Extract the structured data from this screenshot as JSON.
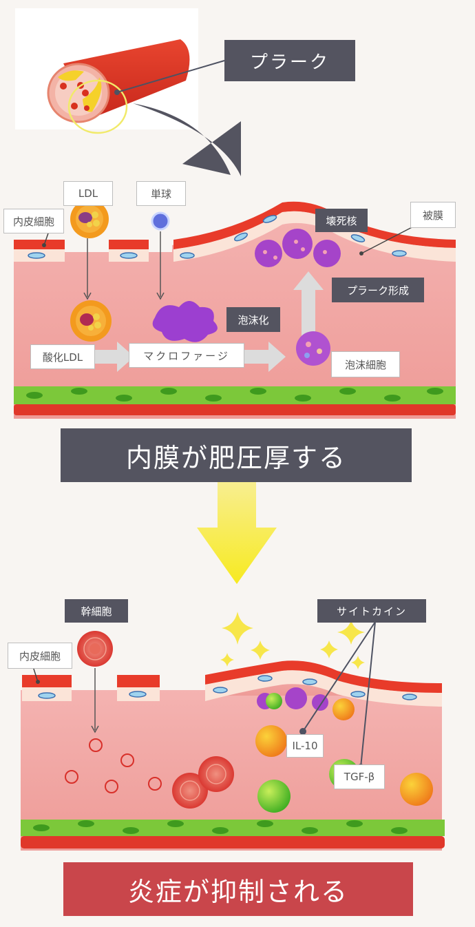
{
  "top": {
    "plaque_label": "プラーク"
  },
  "stage1": {
    "labels": {
      "ldl": "LDL",
      "monocyte": "単球",
      "endothelial": "内皮細胞",
      "necrotic_core": "壊死核",
      "capsule": "被膜",
      "plaque_formation": "プラーク形成",
      "foam_formation": "泡沫化",
      "oxidized_ldl": "酸化LDL",
      "macrophage": "マクロファージ",
      "foam_cell": "泡沫細胞"
    }
  },
  "banner1": {
    "text": "内膜が肥圧厚する",
    "color": "#545460"
  },
  "stage2": {
    "labels": {
      "stem_cell": "幹細胞",
      "endothelial": "内皮細胞",
      "cytokine": "サイトカイン",
      "il10": "IL-10",
      "tgfb": "TGF-β"
    }
  },
  "banner2": {
    "text": "炎症が抑制される",
    "color": "#c9464b"
  },
  "colors": {
    "background": "#f8f5f2",
    "vessel_red": "#e0382a",
    "intima_pink": "#f2aaa8",
    "smooth_muscle_green": "#7cc83a",
    "arrow_dark": "#545460",
    "arrow_yellow": "#f7ec3a",
    "arrow_grey": "#dcdcdc"
  }
}
